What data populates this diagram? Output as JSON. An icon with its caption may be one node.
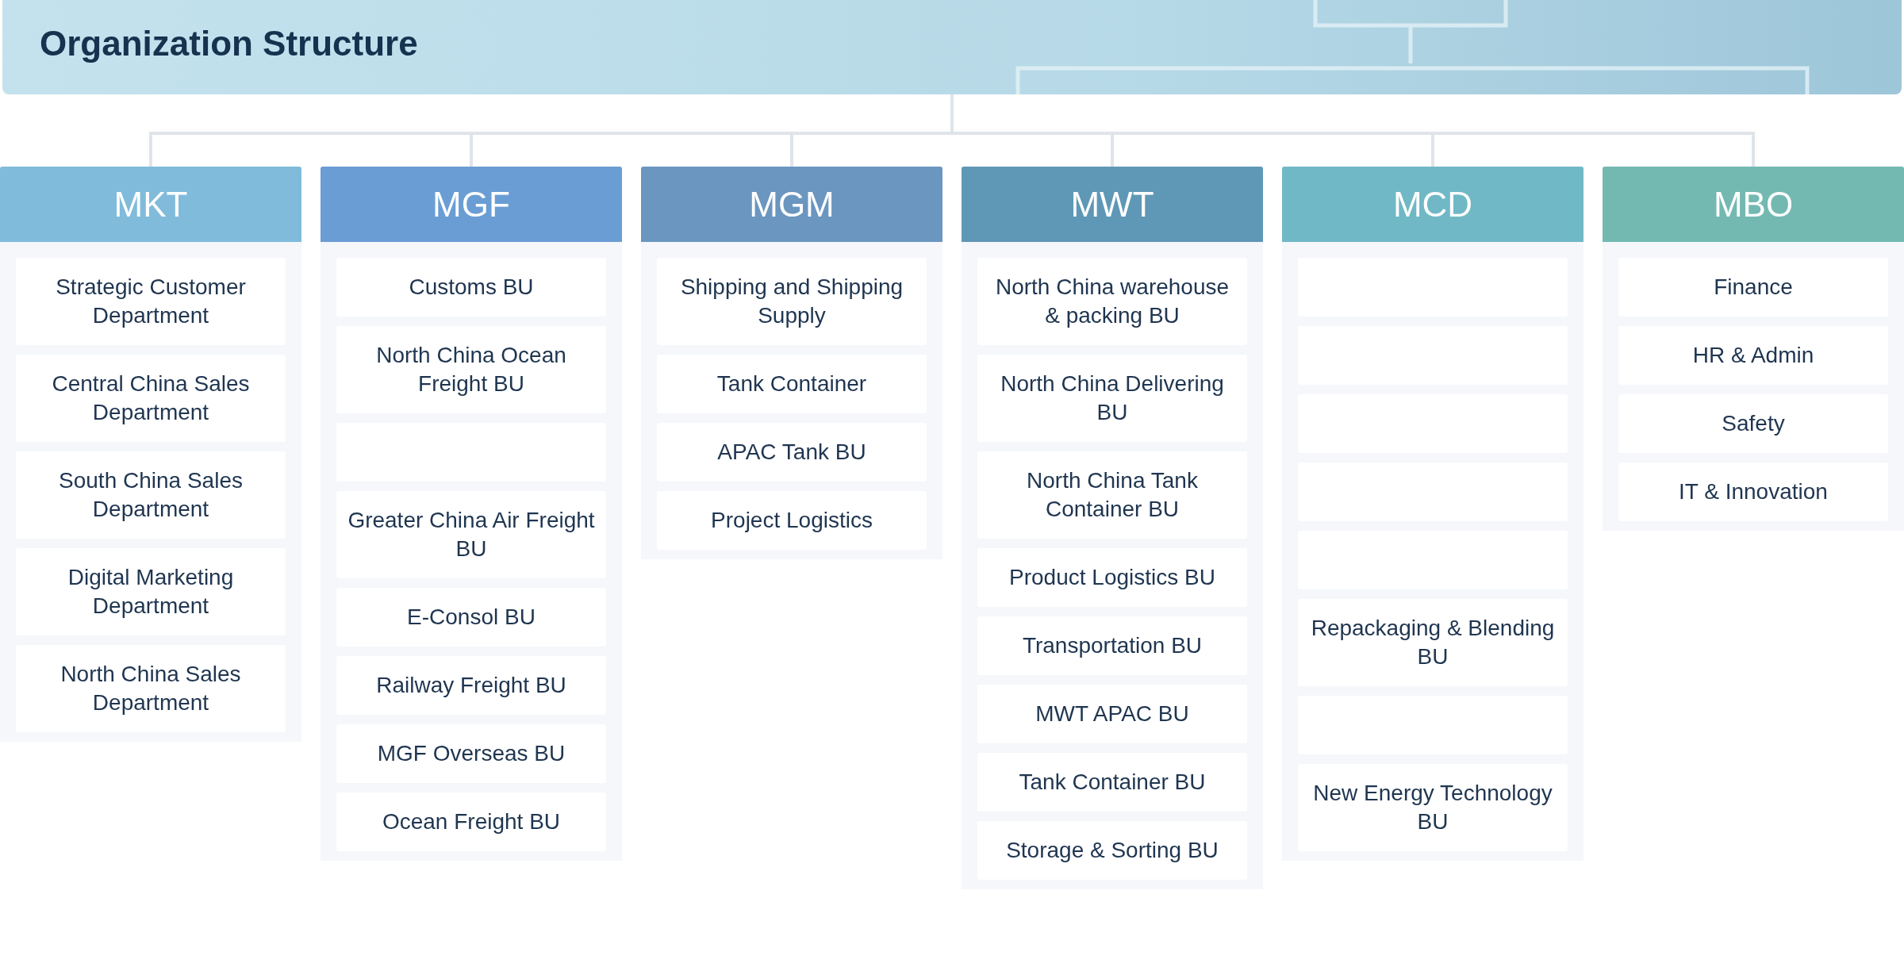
{
  "diagram": {
    "nodes": [
      {
        "text": [
          "Organization Structure"
        ]
      },
      {
        "text": [
          "MKT"
        ]
      },
      {
        "text": [
          "Strategic Customer Department"
        ],
        "in": 1
      },
      {
        "text": [
          "Central China Sales Department"
        ],
        "in": 1
      },
      {
        "text": [
          "South China Sales Department"
        ],
        "in": 1
      },
      {
        "text": [
          "Digital Marketing Department"
        ],
        "in": 1
      },
      {
        "text": [
          "North China Sales Department"
        ],
        "in": 1
      },
      {
        "text": [
          "MGF"
        ]
      },
      {
        "text": [
          "Customs BU"
        ],
        "in": 7
      },
      {
        "text": [
          "North China Ocean Freight BU"
        ],
        "in": 7
      },
      {
        "text": [],
        "shape": "box",
        "in": 7
      },
      {
        "text": [
          "Greater China Air Freight BU"
        ],
        "in": 7
      },
      {
        "text": [
          "E-Consol BU"
        ],
        "in": 7
      },
      {
        "text": [
          "Railway Freight BU"
        ],
        "in": 7
      },
      {
        "text": [
          "MGF Overseas BU"
        ],
        "in": 7
      },
      {
        "text": [
          "Ocean Freight BU"
        ],
        "in": 7
      },
      {
        "text": [
          "MGM"
        ]
      },
      {
        "text": [
          "Shipping and Shipping Supply"
        ],
        "in": 16
      },
      {
        "text": [
          "Tank Container"
        ],
        "in": 16
      },
      {
        "text": [
          "APAC Tank BU"
        ],
        "in": 16
      },
      {
        "text": [
          "Project Logistics"
        ],
        "in": 16
      },
      {
        "text": [
          "MWT"
        ]
      },
      {
        "text": [
          "North China warehouse & packing BU"
        ],
        "in": 21
      },
      {
        "text": [
          "North China Delivering BU"
        ],
        "in": 21
      },
      {
        "text": [
          "North China Tank Container BU"
        ],
        "in": 21
      },
      {
        "text": [
          "Product Logistics BU"
        ],
        "in": 21
      },
      {
        "text": [
          "Transportation BU"
        ],
        "in": 21
      },
      {
        "text": [
          "MWT APAC BU"
        ],
        "in": 21
      },
      {
        "text": [
          "Tank Container BU"
        ],
        "in": 21
      },
      {
        "text": [
          "Storage & Sorting BU"
        ],
        "in": 21
      },
      {
        "text": [
          "MCD"
        ]
      },
      {
        "text": [],
        "shape": "box",
        "in": 30
      },
      {
        "text": [],
        "shape": "box",
        "in": 30
      },
      {
        "text": [],
        "shape": "box",
        "in": 30
      },
      {
        "text": [],
        "shape": "box",
        "in": 30
      },
      {
        "text": [],
        "shape": "box",
        "in": 30
      },
      {
        "text": [
          "Repackaging & Blending BU"
        ],
        "in": 30
      },
      {
        "text": [],
        "shape": "box",
        "in": 30
      },
      {
        "text": [
          "New Energy Technology BU"
        ],
        "in": 30
      },
      {
        "text": [
          "MBO"
        ]
      },
      {
        "text": [
          "Finance"
        ],
        "in": 39
      },
      {
        "text": [
          "HR & Admin"
        ],
        "in": 39
      },
      {
        "text": [
          "Safety"
        ],
        "in": 39
      },
      {
        "text": [
          "IT & Innovation"
        ],
        "in": 39
      }
    ],
    "edges": [
      {
        "from": 0,
        "to": 1,
        "arrow": "none"
      },
      {
        "from": 0,
        "to": 7,
        "arrow": "none"
      },
      {
        "from": 0,
        "to": 16,
        "arrow": "none"
      },
      {
        "from": 0,
        "to": 21,
        "arrow": "none"
      },
      {
        "from": 0,
        "to": 30,
        "arrow": "none"
      },
      {
        "from": 0,
        "to": 39,
        "arrow": "none"
      }
    ]
  }
}
